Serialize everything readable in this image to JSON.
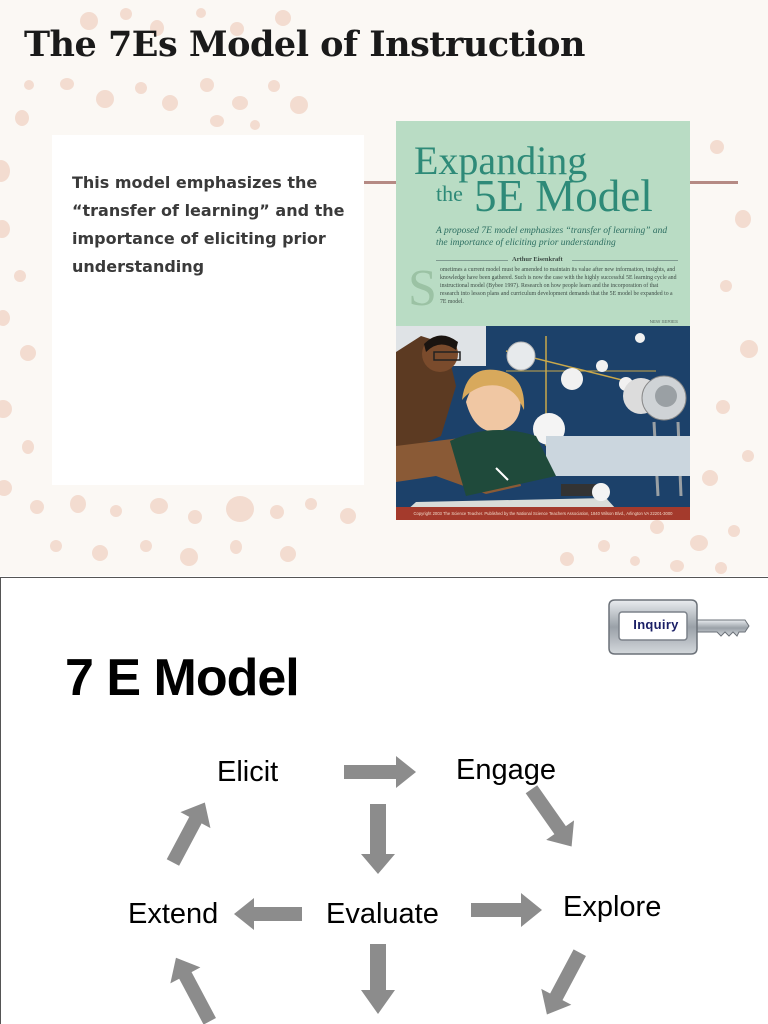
{
  "slide1": {
    "title": "The 7Es Model of Instruction",
    "description": "This model emphasizes the “transfer of learning” and the importance of eliciting prior understanding",
    "cover": {
      "headline_line1": "Expanding",
      "headline_the": "the",
      "headline_5e": "5E Model",
      "subtitle": "A proposed 7E model emphasizes “transfer of learning” and the importance of eliciting prior understanding",
      "author": "Arthur Eisenkraft",
      "dropcap": "S",
      "body": "ometimes a current model must be amended to maintain its value after new information, insights, and knowledge have been gathered. Such is now the case with the highly successful 5E learning cycle and instructional model (Bybee 1997). Research on how people learn and the incorporation of that research into lesson plans and curriculum development demands that the 5E model be expanded to a 7E model.",
      "tag": "NEW SERIES",
      "footer": "Copyright 2003 The Science Teacher. Published by the National Science Teachers Association, 1840 Wilson Blvd., Arlington VA 22201-3000"
    }
  },
  "slide2": {
    "title": "7 E Model",
    "badge": "Inquiry",
    "stages": {
      "elicit": "Elicit",
      "engage": "Engage",
      "explore": "Explore",
      "evaluate": "Evaluate",
      "extend": "Extend"
    }
  },
  "colors": {
    "slide1_background": "#fbf8f4",
    "dots": "#f3dcd0",
    "connector": "#b58a84",
    "cover_green": "#2e8a78",
    "arrow_gray": "#8c8c8c",
    "badge_navy": "#1a1f66"
  },
  "icons": {
    "badge": "key-icon",
    "arrows": "arrow-icon"
  }
}
